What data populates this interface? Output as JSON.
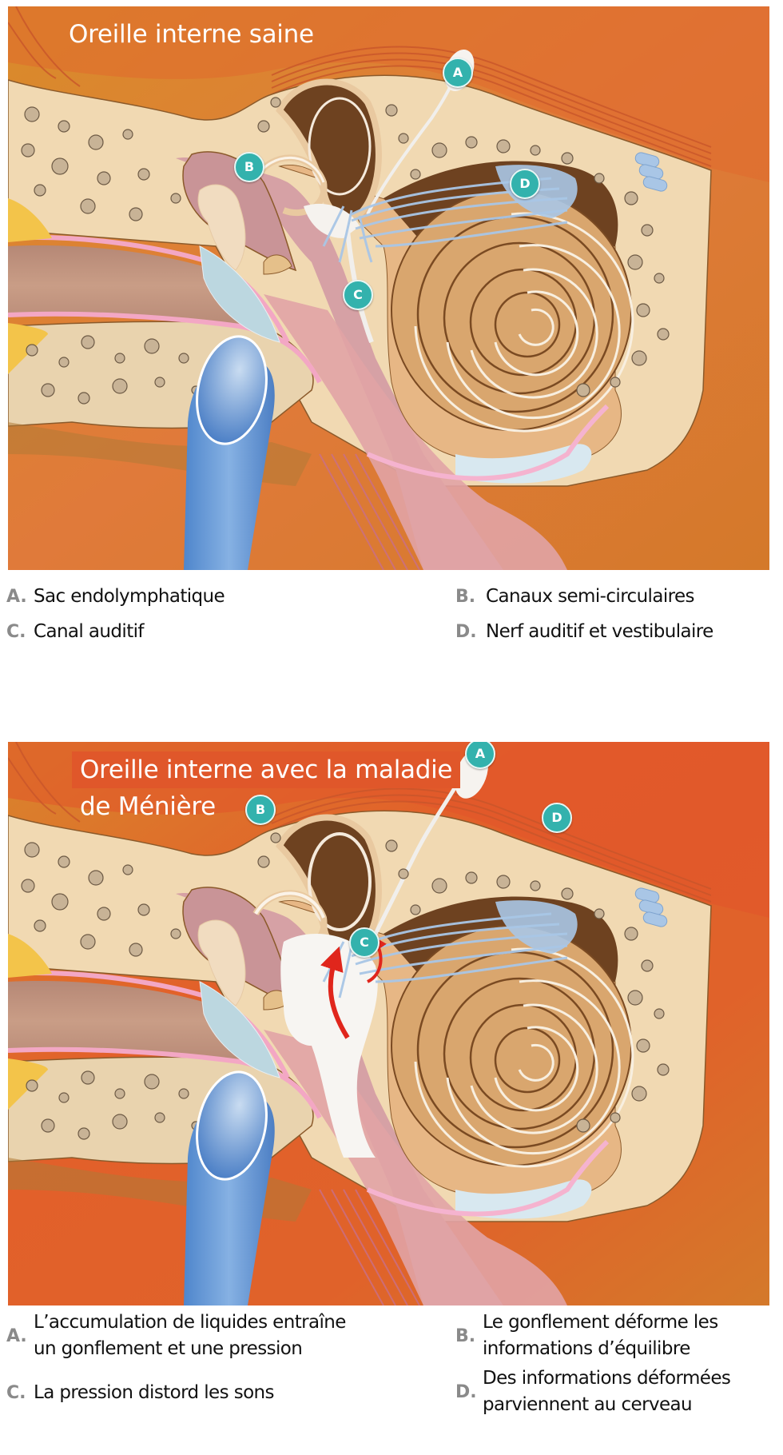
{
  "diagrams": [
    {
      "title": "Oreille interne saine",
      "markers": [
        "A",
        "B",
        "C",
        "D"
      ],
      "legend": [
        {
          "letter": "A.",
          "text": "Sac endolymphatique"
        },
        {
          "letter": "B.",
          "text": "Canaux semi-circulaires"
        },
        {
          "letter": "C.",
          "text": "Canal auditif"
        },
        {
          "letter": "D.",
          "text": "Nerf auditif et vestibulaire"
        }
      ]
    },
    {
      "title_line1": "Oreille interne avec la maladie",
      "title_line2": "de Ménière",
      "markers": [
        "A",
        "B",
        "C",
        "D"
      ],
      "legend": [
        {
          "letter": "A.",
          "line1": "L’accumulation de liquides entraîne",
          "line2": "un gonflement et une pression"
        },
        {
          "letter": "B.",
          "line1": "Le gonflement déforme les",
          "line2": "informations d’équilibre"
        },
        {
          "letter": "C.",
          "text": "La pression distord les sons"
        },
        {
          "letter": "D.",
          "line1": "Des informations déformées",
          "line2": "parviennent au cerveau"
        }
      ]
    }
  ],
  "colors": {
    "background_orange": "#d47a2a",
    "tissue_red": "#d9582a",
    "bone": "#f1d9b2",
    "cochlea": "#d9a66e",
    "dark_cavity": "#6e4220",
    "ear_canal": "#c4917e",
    "pink_lining": "#f2a6c4",
    "blue_tube": "#5f93d4",
    "nerve_blue": "#a9c6e6",
    "marker_teal": "#33b2ad",
    "arrow_red": "#e0261c",
    "title_highlight": "#e0572a"
  }
}
